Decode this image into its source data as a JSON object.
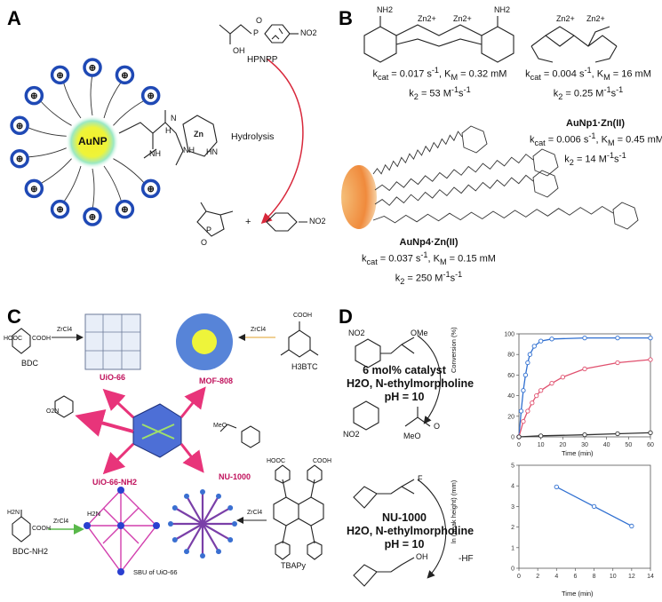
{
  "panels": {
    "A": {
      "letter": "A",
      "np_label": "AuNP",
      "substrate": "HPNPP",
      "arrow_label": "Hydrolysis",
      "metal": "Zn",
      "ligand_nh1": "NH",
      "ligand_nh2": "HN",
      "ligand_nh3": "NH",
      "amide_n": "N",
      "amide_nh": "H",
      "sub_oh": "OH",
      "sub_o": "O",
      "sub_p": "P",
      "sub_no2": "NO2",
      "prod_o": "O",
      "prod_p": "P",
      "prod_no2": "NO2",
      "plus": "+",
      "colors": {
        "np_core": "#f4ef2a",
        "np_glow": "#9be8c4",
        "ring": "#1f49b5",
        "arrow": "#d8283b"
      }
    },
    "B": {
      "letter": "B",
      "cat1": {
        "kcat": "k",
        "kcat_sub": "cat",
        "kcat_val": " = 0.017 s",
        "kcat_exp": "-1",
        "km": ", K",
        "km_sub": "M",
        "km_val": " = 0.32 mM",
        "k2": "k",
        "k2_sub": "2",
        "k2_val": " = 53 M",
        "k2_exp": "-1",
        "k2_s": "s",
        "k2_s_exp": "-1"
      },
      "cat2": {
        "kcat": "k",
        "kcat_sub": "cat",
        "kcat_val": " = 0.004 s",
        "kcat_exp": "-1",
        "km": ", K",
        "km_sub": "M",
        "km_val": " = 16 mM",
        "k2": "k",
        "k2_sub": "2",
        "k2_val": " = 0.25 M",
        "k2_exp": "-1",
        "k2_s": "s",
        "k2_s_exp": "-1"
      },
      "np1": {
        "name": "AuNp1·Zn(II)",
        "kcat": "k",
        "kcat_sub": "cat",
        "kcat_val": " = 0.006 s",
        "kcat_exp": "-1",
        "km": ", K",
        "km_sub": "M",
        "km_val": " = 0.45 mM",
        "k2": "k",
        "k2_sub": "2",
        "k2_val": " = 14 M",
        "k2_exp": "-1",
        "k2_s": "s",
        "k2_s_exp": "-1"
      },
      "np4": {
        "name": "AuNp4·Zn(II)",
        "kcat": "k",
        "kcat_sub": "cat",
        "kcat_val": " = 0.037 s",
        "kcat_exp": "-1",
        "km": ", K",
        "km_sub": "M",
        "km_val": " = 0.15 mM",
        "k2": "k",
        "k2_sub": "2",
        "k2_val": " = 250 M",
        "k2_exp": "-1",
        "k2_s": "s",
        "k2_s_exp": "-1"
      },
      "zn": "Zn2+",
      "nh2": "NH2",
      "colors": {
        "gold": "#f08a3c"
      }
    },
    "C": {
      "letter": "C",
      "uio66": "UiO-66",
      "mof808": "MOF-808",
      "nu1000": "NU-1000",
      "uio66nh2": "UiO-66-NH2",
      "bdc": "BDC",
      "h3btc": "H3BTC",
      "bdcnh2": "BDC-NH2",
      "tbapy": "TBAPy",
      "zrcl4": "ZrCl4",
      "sbu": "SBU of UiO-66",
      "h2n": "H2N",
      "cooh": "COOH",
      "hooc": "HOOC",
      "meo": "MeO",
      "o2n": "O2N",
      "colors": {
        "label": "#c0125c",
        "arrow": "#e8347a",
        "mof": "#3a6fd1",
        "green": "#59b84a"
      }
    },
    "D": {
      "letter": "D",
      "cond1": [
        "6 mol% catalyst",
        "H2O, N-ethylmorpholine",
        "pH = 10"
      ],
      "cond2": [
        "NU-1000",
        "H2O, N-ethylmorpholine",
        "pH = 10"
      ],
      "hf": "-HF",
      "ome": "OMe",
      "meo": "MeO",
      "f": "F",
      "oh": "OH",
      "no2": "NO2",
      "o": "O"
    }
  },
  "chart_data": [
    {
      "type": "line",
      "xlabel": "Time (min)",
      "ylabel": "Conversion (%)",
      "xlim": [
        0,
        60
      ],
      "ylim": [
        0,
        100
      ],
      "xticks": [
        0,
        10,
        20,
        30,
        40,
        50,
        60
      ],
      "yticks": [
        0,
        20,
        40,
        60,
        80,
        100
      ],
      "grid": false,
      "series": [
        {
          "color": "#2f6fd0",
          "x": [
            0,
            1,
            2,
            3,
            4,
            5,
            7,
            10,
            15,
            30,
            45,
            60
          ],
          "y": [
            0,
            25,
            45,
            60,
            72,
            80,
            88,
            93,
            95,
            96,
            96,
            96
          ]
        },
        {
          "color": "#e0506e",
          "x": [
            0,
            2,
            4,
            6,
            8,
            10,
            15,
            20,
            30,
            45,
            60
          ],
          "y": [
            0,
            15,
            25,
            33,
            40,
            45,
            52,
            58,
            66,
            72,
            75
          ]
        },
        {
          "color": "#333333",
          "x": [
            0,
            10,
            30,
            45,
            60
          ],
          "y": [
            0,
            1,
            2,
            3,
            4
          ]
        }
      ]
    },
    {
      "type": "line",
      "xlabel": "Time (min)",
      "ylabel": "ln (peak height) (mm)",
      "xlim": [
        0,
        14
      ],
      "ylim": [
        0,
        5
      ],
      "xticks": [
        0,
        2,
        4,
        6,
        8,
        10,
        12,
        14
      ],
      "yticks": [
        0,
        1,
        2,
        3,
        4,
        5
      ],
      "grid": false,
      "series": [
        {
          "color": "#2f6fd0",
          "x": [
            4,
            8,
            12
          ],
          "y": [
            3.95,
            3.0,
            2.05
          ]
        }
      ]
    }
  ]
}
